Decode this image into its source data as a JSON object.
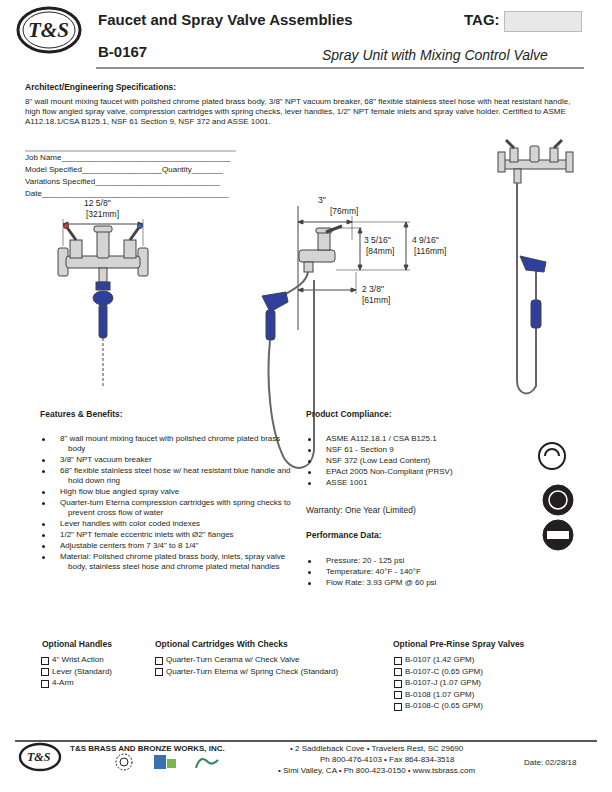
{
  "diagram": {
    "title": "Faucet and Spray Valve Assemblies",
    "nodes": [
      {
        "text": [
          "TAG:"
        ]
      }
    ],
    "labels": [
      "B-0167",
      "Spray Unit with Mixing Control Valve",
      "Architect/Engineering Specifications:",
      "8\" wall mount mixing faucet with polished chrome plated brass body, 3/8\" NPT vacuum breaker, 68\" flexible stainless steel hose with heat resistant handle, high flow angled spray valve, compression cartridges with spring checks, lever handles, 1/2\" NPT female inlets and spray valve holder. Certified to ASME A112.18.1/CSA B125.1, NSF 61 Section 9, NSF 372 and ASSE 1001.",
      "Job Name______________________________________",
      "Model Specified__________________Quantity_______",
      "Variations Specified____________________________",
      "Date__________________________________________",
      "12 5/8\"",
      "[321mm]",
      "3\"",
      "[76mm]",
      "3 5/16\"",
      "[84mm]",
      "4 9/16\"",
      "[116mm]",
      "2 3/8\"",
      "[61mm]",
      "Features & Benefits:",
      "8\" wall mount mixing faucet with polished chrome plated brass body",
      "3/8\" NPT vacuum breaker",
      "68\" flexible stainless steel hose w/ heat resistant blue handle and hold down ring",
      "High flow blue angled spray valve",
      "Quarter-turn Eterna compression cartridges with spring checks to prevent cross flow of water",
      "Lever handles with color coded indexes",
      "1/2\" NPT female eccentric inlets with Ø2\" flanges",
      "Adjustable centers from 7 3/4\" to 8 1/4\"",
      "Material: Polished chrome plated brass body, inlets, spray valve body, stainless steel hose and chrome plated metal handles",
      "Product Compliance:",
      "ASME A112.18.1 / CSA B125.1",
      "NSF 61 - Section 9",
      "NSF 372 (Low Lead Content)",
      "EPAct 2005 Non-Compliant (PRSV)",
      "ASSE 1001",
      "Warranty: One Year (Limited)",
      "Performance Data:",
      "Pressure: 20 - 125 psi",
      "Temperature: 40°F - 140°F",
      "Flow Rate: 3.93 GPM @ 60 psi",
      "Optional Handles",
      "4\" Wrist Action",
      "Lever (Standard)",
      "4-Arm",
      "Optional Cartridges With Checks",
      "Quarter-Turn Cerama w/ Check Valve",
      "Quarter-Turn Eterna w/ Spring Check (Standard)",
      "Optional Pre-Rinse Spray Valves",
      "B-0107 (1.42 GPM)",
      "B-0107-C (0.65 GPM)",
      "B-0107-J (1.07 GPM)",
      "B-0108 (1.07 GPM)",
      "B-0108-C (0.65 GPM)",
      "T&S BRASS AND BRONZE WORKS, INC.",
      "• 2 Saddleback Cove • Travelers Rest, SC 29690",
      "Ph 800-476-4103 • Fax 864-834-3518",
      "• Simi Valley, CA • Ph 800-423-0150 • www.tsbrass.com",
      "Date: 02/28/18",
      "T&S",
      "T&S"
    ]
  }
}
